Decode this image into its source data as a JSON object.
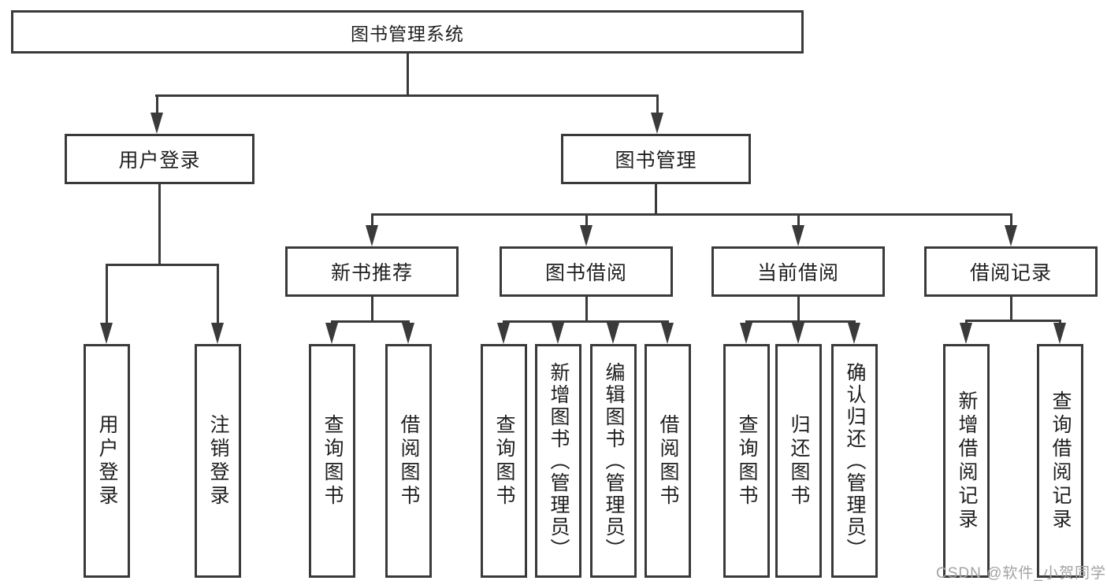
{
  "diagram": {
    "title": "图书管理系统",
    "root": {
      "label": "图书管理系统"
    },
    "level2": [
      {
        "label": "用户登录"
      },
      {
        "label": "图书管理"
      }
    ],
    "level3": [
      {
        "label": "新书推荐"
      },
      {
        "label": "图书借阅"
      },
      {
        "label": "当前借阅"
      },
      {
        "label": "借阅记录"
      }
    ],
    "leaves": {
      "user_login": [
        "用户登录",
        "注销登录"
      ],
      "new_book": [
        "查询图书",
        "借阅图书"
      ],
      "book_borrow": [
        "查询图书",
        "新增图书（管理员）",
        "编辑图书（管理员）",
        "借阅图书"
      ],
      "current_borrow": [
        "查询图书",
        "归还图书",
        "确认归还（管理员）"
      ],
      "borrow_record": [
        "新增借阅记录",
        "查询借阅记录"
      ]
    }
  },
  "watermark": {
    "text": "CSDN @软件_小贺同学"
  },
  "colors": {
    "line": "#3a3a3a",
    "text": "#1f1f1f",
    "watermark": "#a3a3a3",
    "background": "#ffffff"
  }
}
